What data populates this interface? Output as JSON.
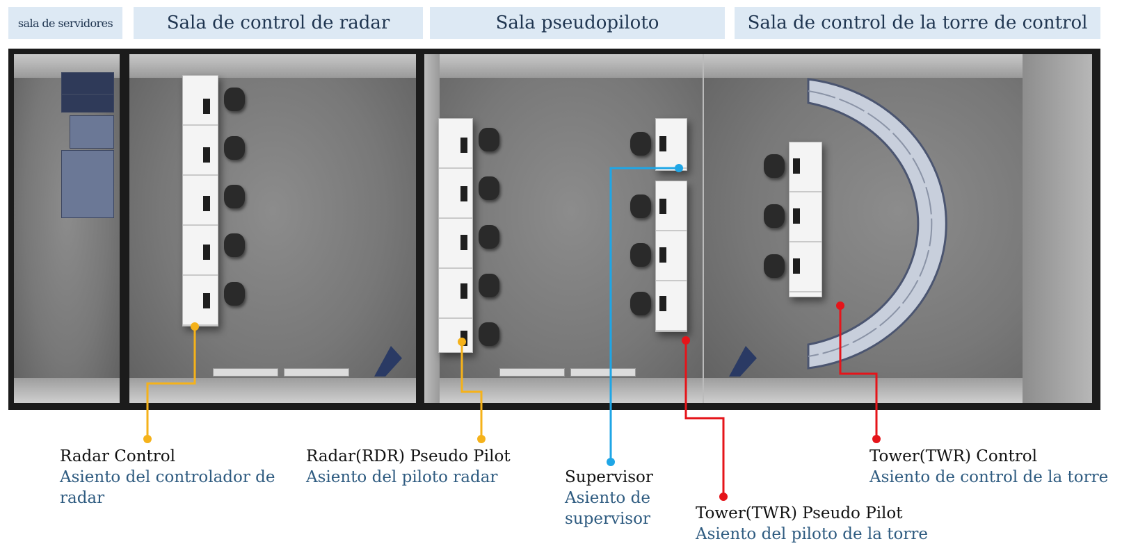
{
  "headers": {
    "server_room": "sala de servidores",
    "radar_room": "Sala de control de radar",
    "pseudo_pilot_room": "Sala pseudopiloto",
    "tower_room": "Sala de control de la torre de control"
  },
  "legend": {
    "radar_control": {
      "en": "Radar Control",
      "es_line1": "Asiento del controlador de",
      "es_line2": "radar"
    },
    "radar_pseudo_pilot": {
      "en": "Radar(RDR) Pseudo Pilot",
      "es": "Asiento del piloto radar"
    },
    "supervisor": {
      "en": "Supervisor",
      "es_line1": "Asiento de",
      "es_line2": "supervisor"
    },
    "tower_pseudo_pilot": {
      "en": "Tower(TWR) Pseudo Pilot",
      "es": "Asiento del piloto de la torre"
    },
    "tower_control": {
      "en": "Tower(TWR) Control",
      "es": "Asiento de control de la torre"
    }
  },
  "colors": {
    "radar_lines": "#f5b21a",
    "supervisor_line": "#1fa6e6",
    "tower_lines": "#e5141a",
    "header_background": "#dde9f4"
  }
}
